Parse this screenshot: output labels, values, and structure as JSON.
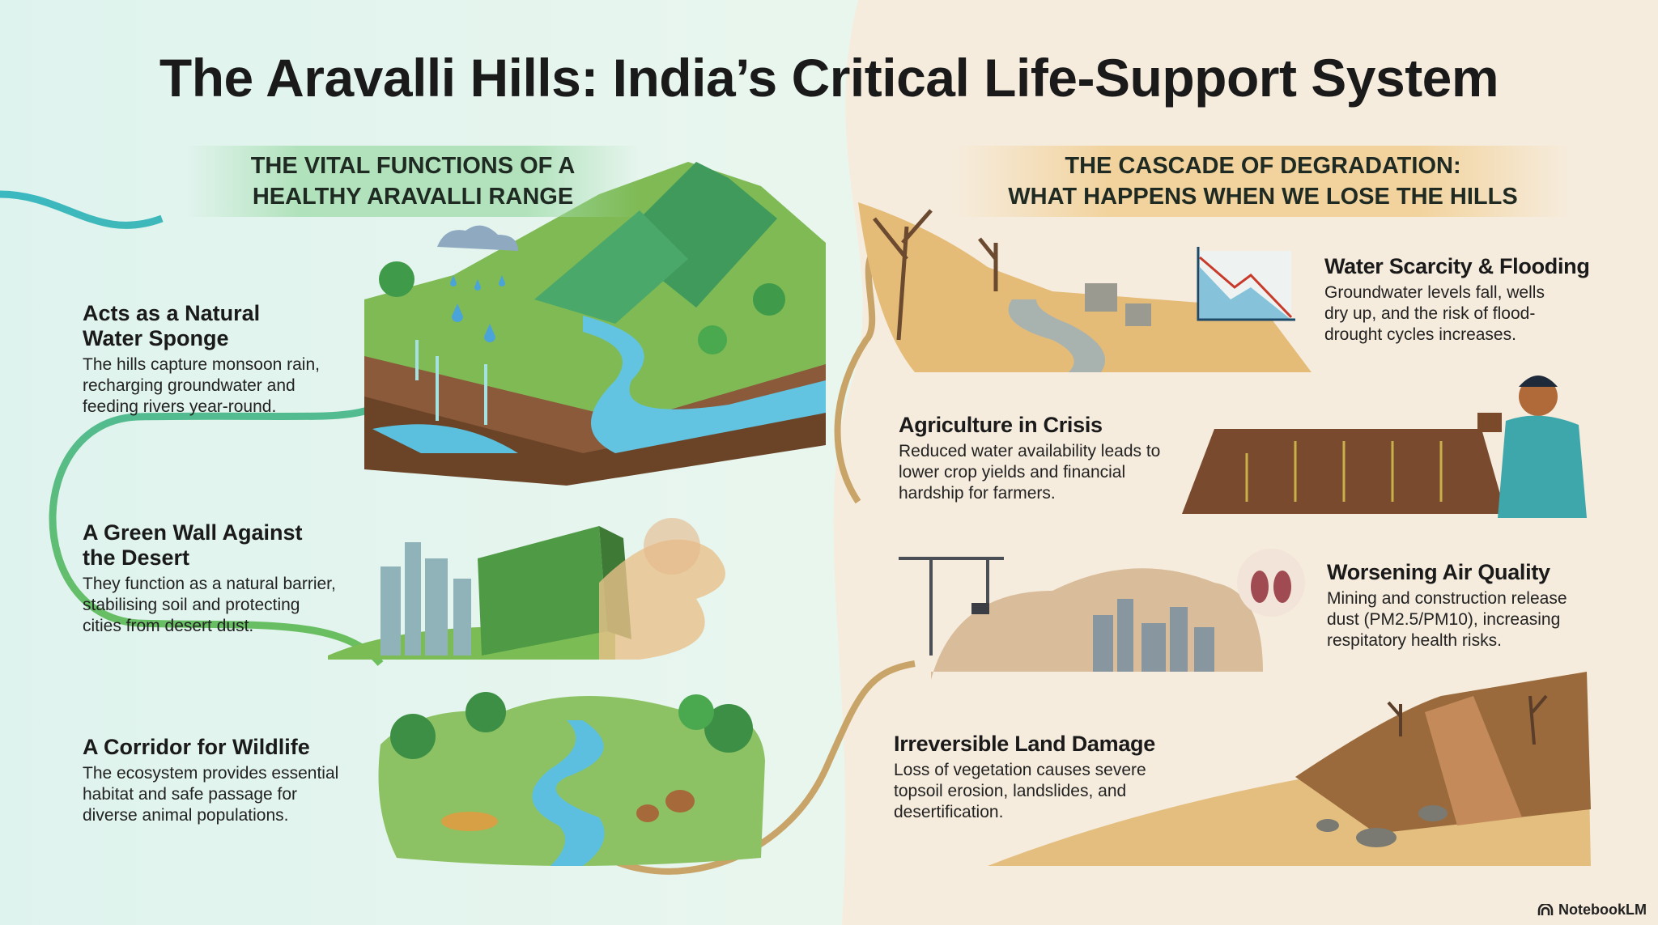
{
  "title": "The Aravalli Hills: India’s Critical Life-Support System",
  "left_section": {
    "heading_line1": "THE VITAL FUNCTIONS OF A",
    "heading_line2": "HEALTHY ARAVALLI RANGE",
    "items": [
      {
        "title_line1": "Acts as a Natural",
        "title_line2": "Water Sponge",
        "desc": [
          "The hills capture monsoon rain,",
          "recharging groundwater and",
          "feeding rivers year-round."
        ]
      },
      {
        "title_line1": "A Green Wall Against",
        "title_line2": "the Desert",
        "desc": [
          "They function as a natural barrier,",
          "stabilising soil and protecting",
          "cities from desert dust."
        ]
      },
      {
        "title_line1": "A Corridor for Wildlife",
        "title_line2": "",
        "desc": [
          "The ecosystem provides essential",
          "habitat and safe passage for",
          "diverse animal populations."
        ]
      }
    ]
  },
  "right_section": {
    "heading_line1": "THE CASCADE OF DEGRADATION:",
    "heading_line2": "WHAT HAPPENS WHEN WE LOSE THE HILLS",
    "items": [
      {
        "title": "Water Scarcity & Flooding",
        "desc": [
          "Groundwater levels fall, wells",
          "dry up, and the risk of flood-",
          "drought cycles increases."
        ]
      },
      {
        "title": "Agriculture in Crisis",
        "desc": [
          "Reduced water availability leads to",
          "lower crop yields and financial",
          "hardship for farmers."
        ]
      },
      {
        "title": "Worsening Air Quality",
        "desc": [
          "Mining and construction release",
          "dust (PM2.5/PM10), increasing",
          "respitatory health risks."
        ]
      },
      {
        "title": "Irreversible Land Damage",
        "desc": [
          "Loss of vegetation causes severe",
          "topsoil erosion, landslides, and",
          "desertification."
        ]
      }
    ]
  },
  "footer": {
    "brand": "NotebookLM",
    "icon": "notebooklm-logo-icon"
  },
  "colors": {
    "left_bg": "#e4f4ec",
    "right_bg": "#f6ecdd",
    "path_teal": "#3bb8a8",
    "path_tan": "#c9a468"
  }
}
